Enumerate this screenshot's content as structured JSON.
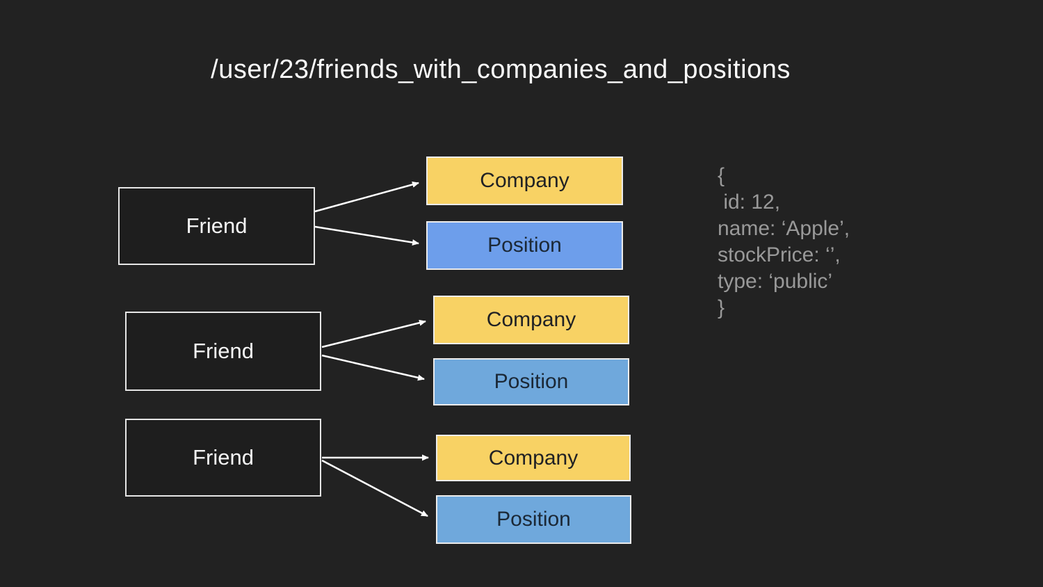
{
  "title": "/user/23/friends_with_companies_and_positions",
  "groups": [
    {
      "friend": "Friend",
      "company": "Company",
      "position": "Position"
    },
    {
      "friend": "Friend",
      "company": "Company",
      "position": "Position"
    },
    {
      "friend": "Friend",
      "company": "Company",
      "position": "Position"
    }
  ],
  "json_snippet": {
    "lines": [
      "{",
      " id: 12,",
      "name: ‘Apple’,",
      "stockPrice: ‘’,",
      "type: ‘public’",
      "}"
    ]
  },
  "colors": {
    "background": "#222222",
    "friend_fill": "#1e1e1e",
    "box_border": "#e6e6e6",
    "company_fill": "#f8d264",
    "position_fill_vivid": "#6d9eeb",
    "position_fill_light": "#6fa8dc",
    "arrow": "#ffffff",
    "title_text": "#fafafa",
    "json_text": "#999999",
    "company_text": "#202124",
    "position_text": "#1b2836",
    "friend_text": "#f5f5f5"
  }
}
